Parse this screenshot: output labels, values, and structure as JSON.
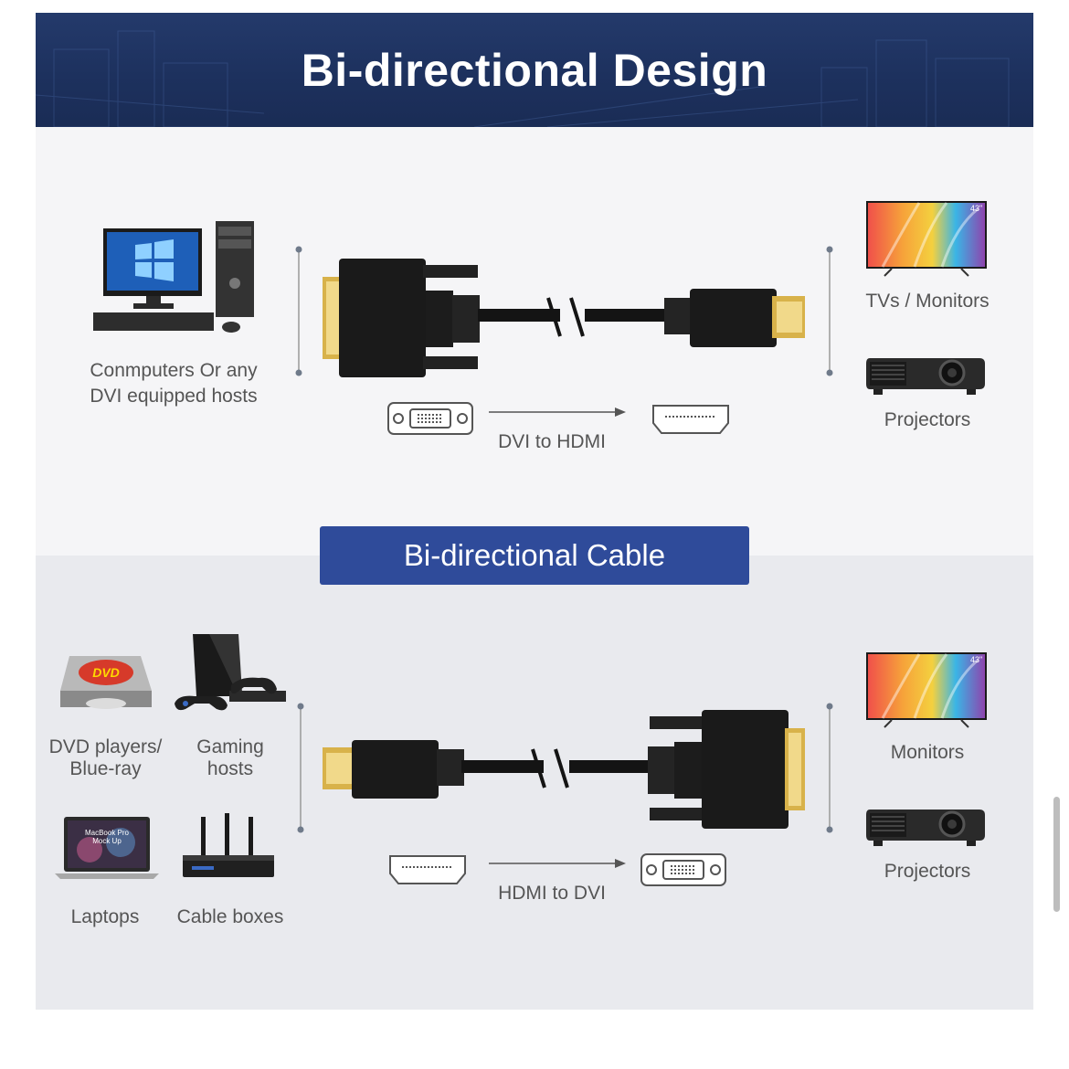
{
  "header": {
    "title": "Bi-directional Design"
  },
  "section1": {
    "source_label": "Conmputers Or any\nDVI equipped hosts",
    "flow_caption": "DVI to HDMI",
    "targets": [
      {
        "label": "TVs / Monitors",
        "badge": "43\""
      },
      {
        "label": "Projectors"
      }
    ]
  },
  "section2": {
    "title": "Bi-directional Cable",
    "sources": [
      {
        "label": "DVD players/\nBlue-ray",
        "disc_text": "DVD"
      },
      {
        "label": "Gaming\nhosts"
      },
      {
        "label": "Laptops",
        "screen_text": "MacBook Pro\nMock Up"
      },
      {
        "label": "Cable boxes"
      }
    ],
    "flow_caption": "HDMI to DVI",
    "targets": [
      {
        "label": "Monitors",
        "badge": "43\""
      },
      {
        "label": "Projectors"
      }
    ]
  },
  "colors": {
    "banner": "#1d315e",
    "pill": "#2f4b9a",
    "text": "#555555"
  },
  "icons": [
    "desktop-computer-icon",
    "tv-icon",
    "projector-icon",
    "dvi-port-icon",
    "hdmi-port-icon",
    "arrow-right-icon",
    "dvd-player-icon",
    "game-console-icon",
    "laptop-icon",
    "router-icon"
  ]
}
